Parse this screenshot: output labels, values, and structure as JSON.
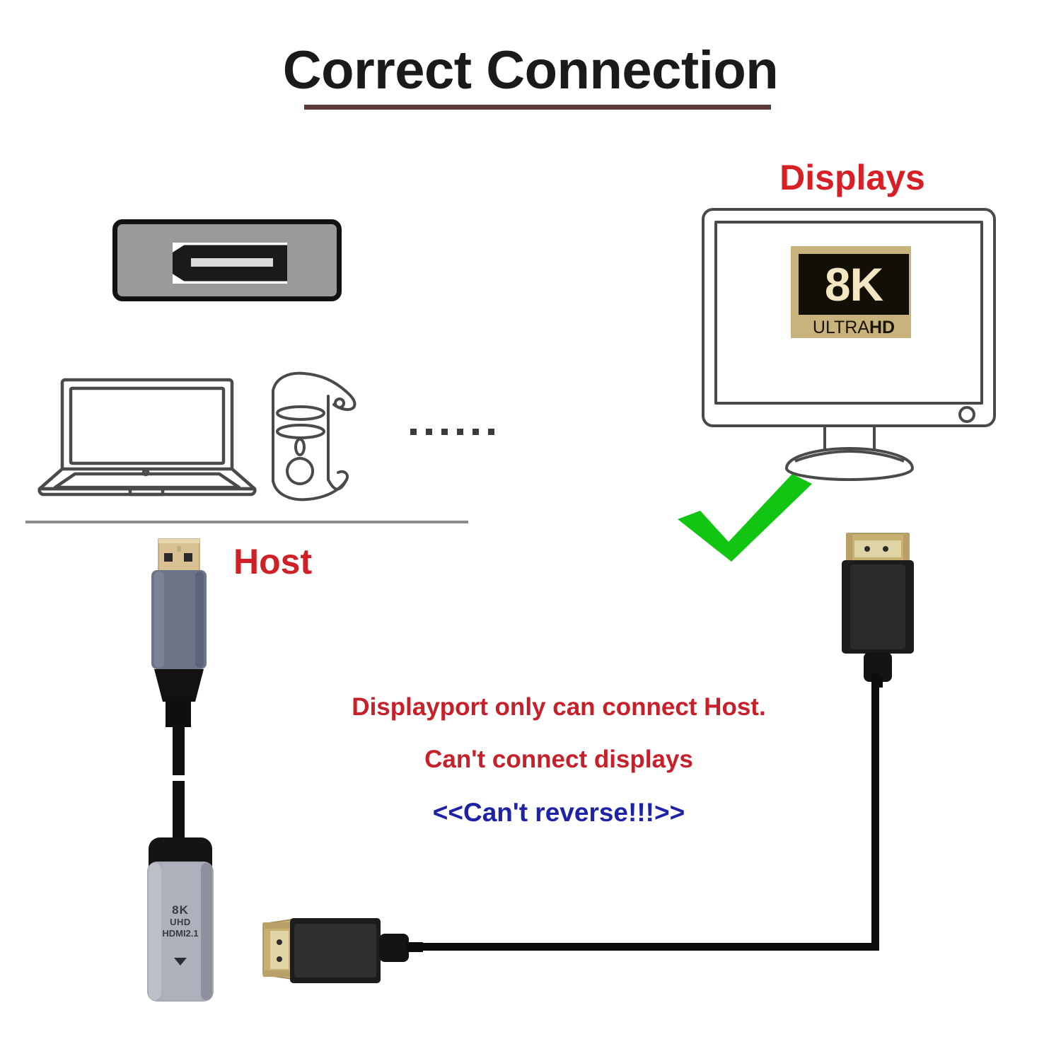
{
  "title": "Correct Connection",
  "labels": {
    "displays": "Displays",
    "host": "Host"
  },
  "notes": [
    {
      "text": "Displayport only can connect Host.",
      "color": "#c8202a"
    },
    {
      "text": "Can't connect displays",
      "color": "#c8202a"
    },
    {
      "text": "<<Can't reverse!!!>>",
      "color": "#1d22a8"
    }
  ],
  "screen_logo": {
    "main": "8K",
    "sub_prefix": "ULTRA",
    "sub_bold": "HD"
  },
  "adapter_label": {
    "line1": "8K",
    "line2": "UHD",
    "line3": "HDMI2.1"
  },
  "icons": {
    "dp_female_port": "displayport-female-port-icon",
    "laptop": "laptop-icon",
    "pc_tower": "pc-tower-icon",
    "ellipsis": "ellipsis-dots-icon",
    "monitor": "monitor-icon",
    "check": "green-checkmark-icon",
    "hdmi_plug_vertical": "hdmi-male-plug-icon",
    "hdmi_plug_horizontal": "hdmi-male-plug-icon",
    "dp_plug": "displayport-male-plug-icon",
    "adapter": "dp-to-hdmi-adapter-icon"
  },
  "colors": {
    "title": "#1a1a1a",
    "title_rule": "#5b3a38",
    "red": "#cf2026",
    "blue": "#1d22a8",
    "check_green": "#13c513",
    "gold_contact": "#c8b073",
    "dp_body": "#6d7487",
    "adapter_body": "#a8abb6",
    "logo_gold": "#c9b37c",
    "logo_black": "#120f06",
    "cable_black": "#0d0d0d",
    "port_gray": "#9a9a9a",
    "line_gray": "#8a8a8a"
  },
  "ellipsis_dot_count": 6
}
